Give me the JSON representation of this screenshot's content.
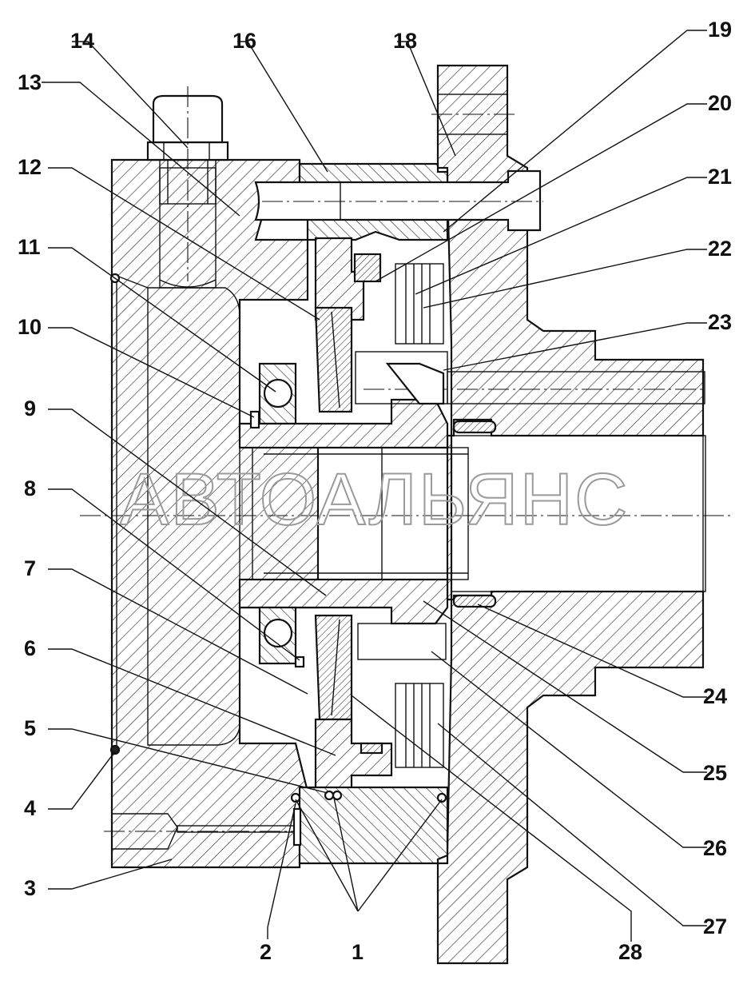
{
  "watermark": "АВТОАЛЬЯНС",
  "callouts": [
    {
      "id": "1",
      "label": "1"
    },
    {
      "id": "2",
      "label": "2"
    },
    {
      "id": "3",
      "label": "3"
    },
    {
      "id": "4",
      "label": "4"
    },
    {
      "id": "5",
      "label": "5"
    },
    {
      "id": "6",
      "label": "6"
    },
    {
      "id": "7",
      "label": "7"
    },
    {
      "id": "8",
      "label": "8"
    },
    {
      "id": "9",
      "label": "9"
    },
    {
      "id": "10",
      "label": "10"
    },
    {
      "id": "11",
      "label": "11"
    },
    {
      "id": "12",
      "label": "12"
    },
    {
      "id": "13",
      "label": "13"
    },
    {
      "id": "14",
      "label": "14"
    },
    {
      "id": "16",
      "label": "16"
    },
    {
      "id": "18",
      "label": "18"
    },
    {
      "id": "19",
      "label": "19"
    },
    {
      "id": "20",
      "label": "20"
    },
    {
      "id": "21",
      "label": "21"
    },
    {
      "id": "22",
      "label": "22"
    },
    {
      "id": "23",
      "label": "23"
    },
    {
      "id": "24",
      "label": "24"
    },
    {
      "id": "25",
      "label": "25"
    },
    {
      "id": "26",
      "label": "26"
    },
    {
      "id": "27",
      "label": "27"
    },
    {
      "id": "28",
      "label": "28"
    }
  ]
}
